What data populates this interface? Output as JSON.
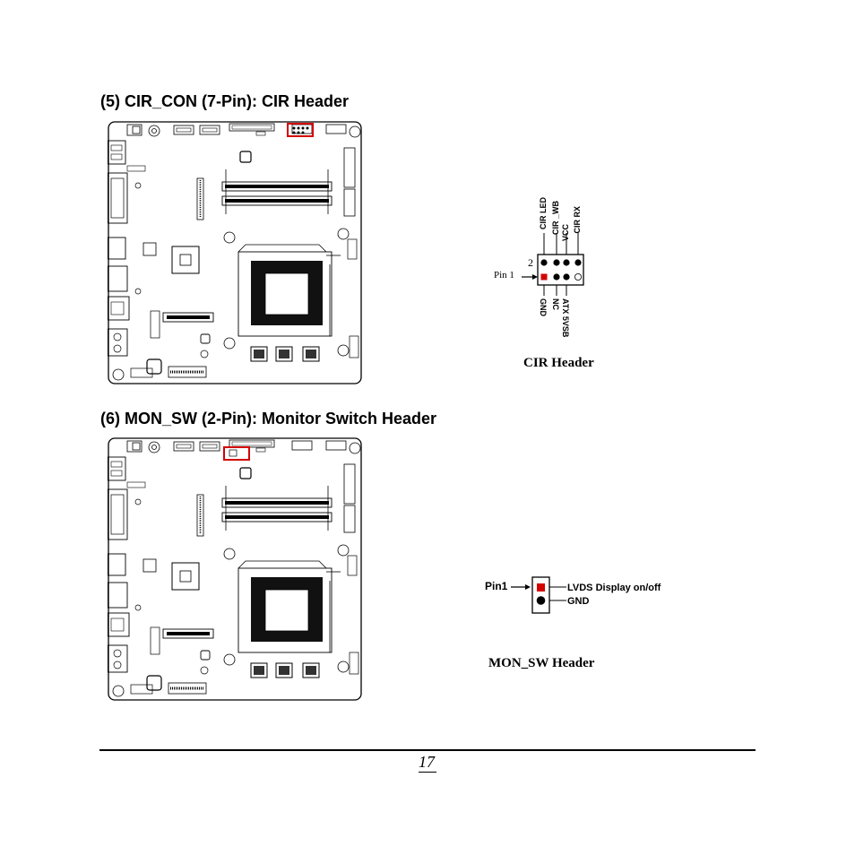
{
  "section5": {
    "title": "(5) CIR_CON (7-Pin): CIR Header",
    "diagram": {
      "top_labels": [
        "CIR LED",
        "CIR _WB",
        "VCC",
        "CIR RX"
      ],
      "bottom_labels": [
        "GND",
        "NC",
        "ATX 5VSB"
      ],
      "pin2_label": "2",
      "pin1_label": "Pin 1",
      "caption": "CIR Header"
    }
  },
  "section6": {
    "title": "(6)  MON_SW (2-Pin): Monitor Switch Header",
    "diagram": {
      "pin1_label": "Pin1",
      "pin_labels": [
        "LVDS Display on/off",
        "GND"
      ],
      "caption": "MON_SW Header"
    }
  },
  "footer": {
    "page_number": "17"
  },
  "colors": {
    "highlight": "#d40000",
    "line": "#000000"
  }
}
